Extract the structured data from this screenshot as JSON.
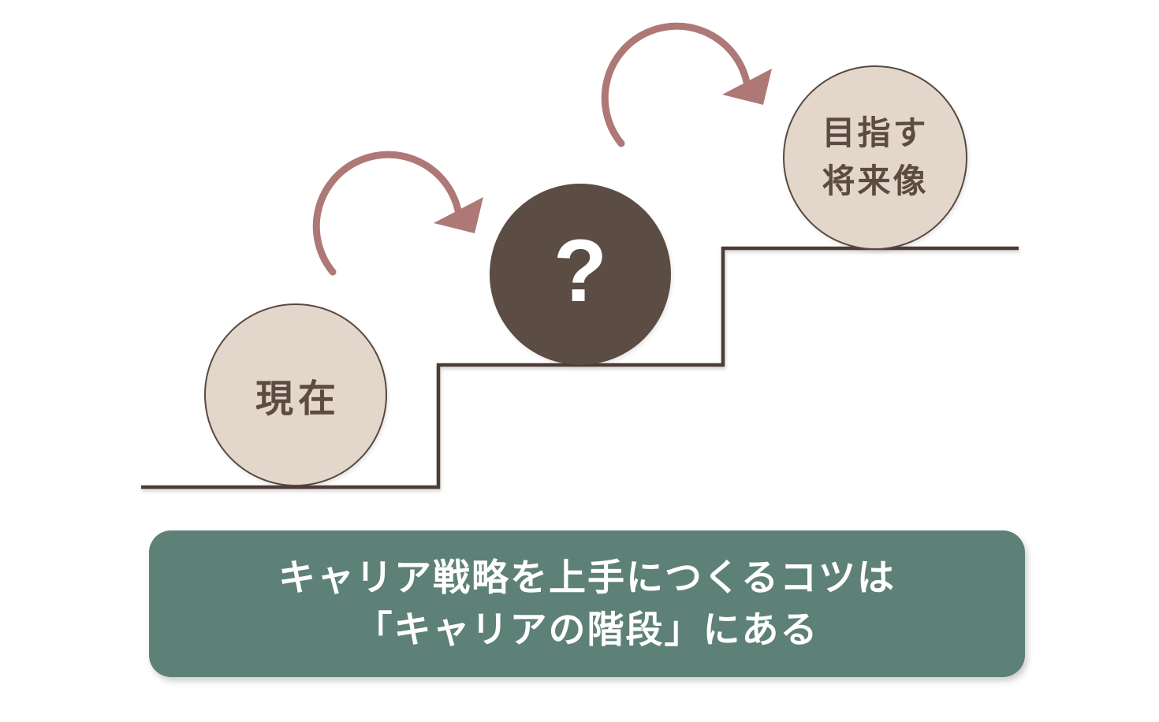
{
  "diagram": {
    "nodes": {
      "current": {
        "label": "現在"
      },
      "unknown": {
        "label": "?"
      },
      "future": {
        "line1": "目指す",
        "line2": "将来像"
      }
    },
    "caption": {
      "line1": "キャリア戦略を上手につくるコツは",
      "line2": "「キャリアの階段」にある"
    },
    "icons": {
      "arrow_up_step_1": "curved-arrow-icon",
      "arrow_up_step_2": "curved-arrow-icon",
      "stairs": "staircase-steps"
    },
    "colors": {
      "background": "#ffffff",
      "beige_circle_fill": "#e3d7cc",
      "circle_border": "#594a41",
      "circle_label_text": "#5d4b41",
      "dark_circle_fill": "#5b4c44",
      "question_mark": "#ffffff",
      "curved_arrow": "#ae7877",
      "stair_line": "#4b3c36",
      "caption_bg": "#5d8077",
      "caption_text": "#ffffff"
    }
  }
}
